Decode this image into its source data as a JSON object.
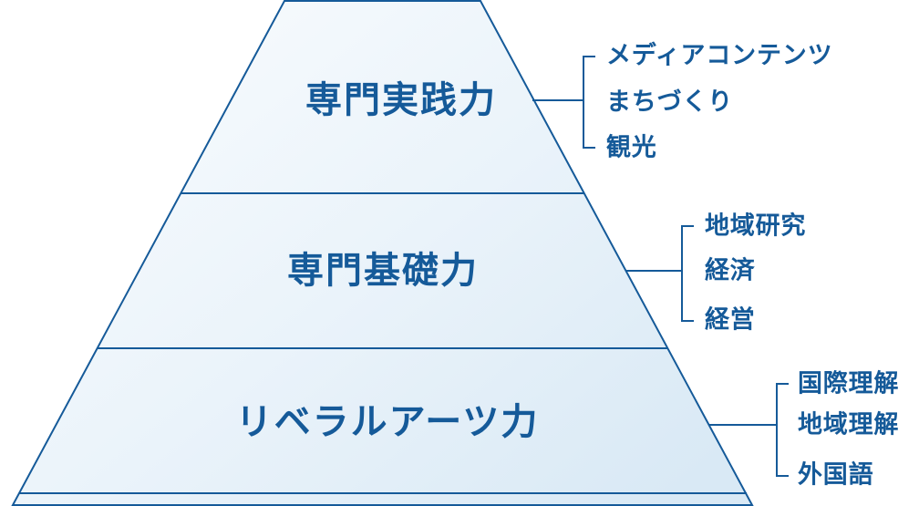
{
  "diagram": {
    "type": "layered-pyramid",
    "tiers": [
      {
        "label": "専門実践力",
        "items": [
          "メディアコンテンツ",
          "まちづくり",
          "観光"
        ]
      },
      {
        "label": "専門基礎力",
        "items": [
          "地域研究",
          "経済",
          "経営"
        ]
      },
      {
        "label": "リベラルアーツ力",
        "items": [
          "国際理解",
          "地域理解",
          "外国語"
        ]
      }
    ]
  },
  "colors": {
    "primary": "#155a99",
    "pyramid_fill_light": "#fafdfe",
    "pyramid_fill_dark": "#d9e9f5"
  }
}
